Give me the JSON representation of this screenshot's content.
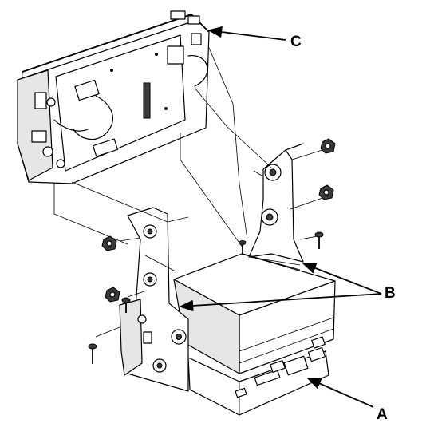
{
  "callouts": {
    "a": "A",
    "b": "B",
    "c": "C"
  },
  "parts": {
    "a": "unit-box",
    "b": "mounting-brackets",
    "c": "control-panel"
  },
  "icons": [
    "bolt-icon",
    "screw-icon",
    "arrow-icon"
  ]
}
